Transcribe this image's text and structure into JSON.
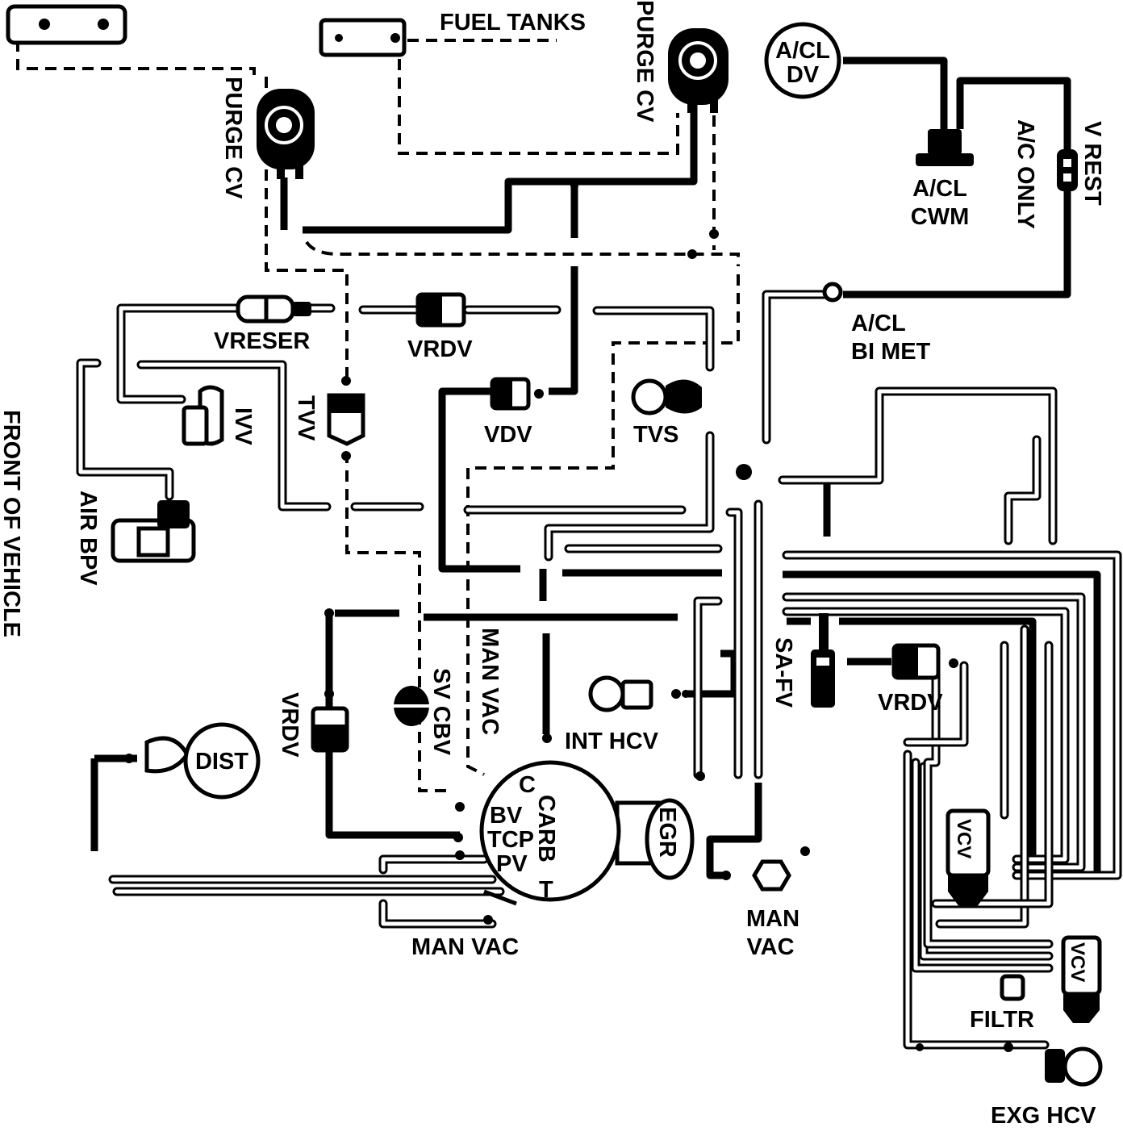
{
  "diagram": {
    "labels": {
      "fuel_tanks": "FUEL TANKS",
      "purge_cv_left": "PURGE CV",
      "purge_cv_right": "PURGE CV",
      "acl_dv_line1": "A/CL",
      "acl_dv_line2": "DV",
      "acl_cwm_line1": "A/CL",
      "acl_cwm_line2": "CWM",
      "ac_only": "A/C ONLY",
      "v_rest": "V REST",
      "acl_bimet_line1": "A/CL",
      "acl_bimet_line2": "BI MET",
      "vreser": "VRESER",
      "vrdv_top": "VRDV",
      "tvv": "TVV",
      "ivv": "IVV",
      "vdv": "VDV",
      "tvs": "TVS",
      "front_of_vehicle": "FRONT OF VEHICLE",
      "air_bpv": "AIR BPV",
      "man_vac_vertical": "MAN VAC",
      "sv_cbv": "SV CBV",
      "vrdv_left": "VRDV",
      "dist": "DIST",
      "int_hcv": "INT HCV",
      "sa_fv": "SA-FV",
      "vrdv_right": "VRDV",
      "carb_c": "C",
      "carb_bv": "BV",
      "carb_tcp": "TCP",
      "carb_pv": "PV",
      "carb": "CARB",
      "carb_t": "T",
      "egr": "EGR",
      "man_vac_bottom": "MAN VAC",
      "man_vac_right_line1": "MAN",
      "man_vac_right_line2": "VAC",
      "vcv_upper": "VCV",
      "vcv_lower": "VCV",
      "filtr": "FILTR",
      "exg_hcv": "EXG HCV"
    }
  }
}
